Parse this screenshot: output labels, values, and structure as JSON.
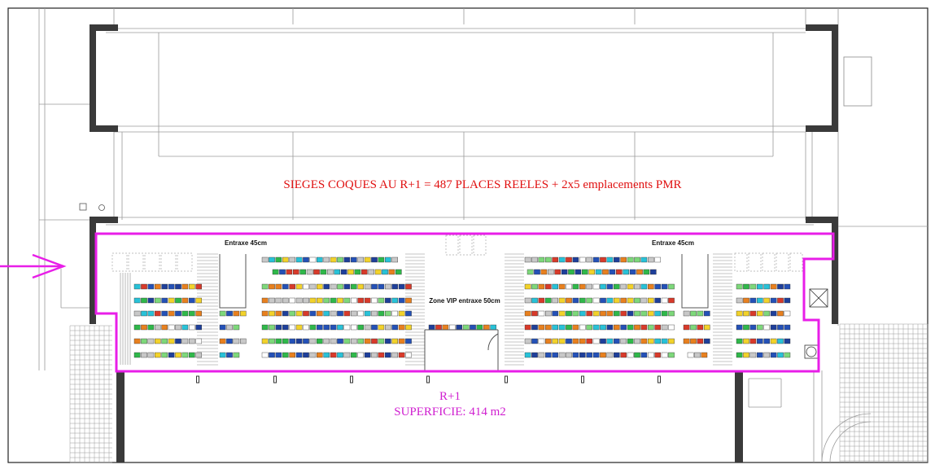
{
  "header": {
    "seat_note": "SIEGES COQUES AU R+1 = 487 PLACES REELES + 2x5 emplacements PMR"
  },
  "labels": {
    "entraxe_left": "Entraxe 45cm",
    "entraxe_right": "Entraxe 45cm",
    "vip_zone": "Zone VIP entraxe 50cm"
  },
  "footer": {
    "level": "R+1",
    "area": "SUPERFICIE: 414 m2"
  },
  "colors": {
    "outline": "#e81ee8",
    "note_red": "#e01010",
    "level_magenta": "#d020d0",
    "seat_palette": [
      "#2451b7",
      "#2fb84a",
      "#f2d22a",
      "#e8801e",
      "#c8c8c8",
      "#28c2d8",
      "#1e3f9a",
      "#7dd87a",
      "#ffffff",
      "#d83a2a"
    ]
  },
  "icons": [
    "entrance-arrow-icon",
    "stair-icon",
    "elevator-icon"
  ]
}
